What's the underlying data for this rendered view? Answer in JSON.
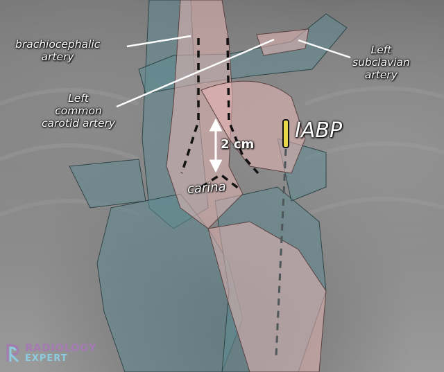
{
  "figure": {
    "type": "annotated chest radiograph",
    "colors": {
      "vessel_overlay": "#5f8a91",
      "aorta_trachea_overlay": "#e8b7b7",
      "iabp_marker": "#e8d84a",
      "label_text": "#ffffff",
      "dashed_lines": "#111111"
    }
  },
  "labels": {
    "brachiocephalic": "brachiocephalic\nartery",
    "brachiocephalic_line1": "brachiocephalic",
    "brachiocephalic_line2": "artery",
    "left_common_carotid_line1": "Left",
    "left_common_carotid_line2": "common",
    "left_common_carotid_line3": "carotid artery",
    "left_subclavian_line1": "Left",
    "left_subclavian_line2": "subclavian",
    "left_subclavian_line3": "artery",
    "iabp": "IABP",
    "distance": "2 cm",
    "carina": "carina"
  },
  "logo": {
    "line1": "RADIOLOGY",
    "line2": "EXPERT",
    "colors": {
      "line1": "#a57bb3",
      "line2": "#8dcbe0"
    }
  }
}
